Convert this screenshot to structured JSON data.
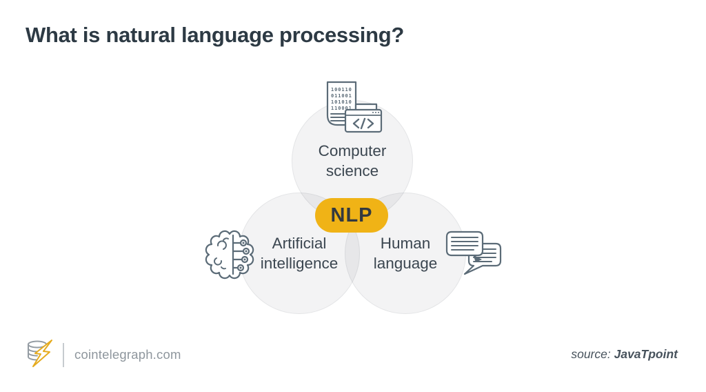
{
  "header": {
    "title": "What is natural language processing?",
    "title_color": "#2d3a44"
  },
  "diagram": {
    "center_label": "NLP",
    "center_bg_color": "#F0B316",
    "circle_fill_color": "#f1f2f2",
    "icon_stroke_color": "#5b6b77",
    "circles": [
      {
        "id": "computer-science",
        "label": "Computer science",
        "icon": "binary-code-window-icon"
      },
      {
        "id": "artificial-intelligence",
        "label": "Artificial intelligence",
        "icon": "brain-circuit-icon"
      },
      {
        "id": "human-language",
        "label": "Human language",
        "icon": "chat-bubbles-icon"
      }
    ],
    "binary_rows": [
      "100110",
      "011001",
      "101010",
      "110001"
    ]
  },
  "footer": {
    "logo_icon": "cointelegraph-coin-bolt-logo",
    "site": "cointelegraph.com",
    "source_label": "source:",
    "source_value": "JavaTpoint",
    "site_color": "#8e969d",
    "source_color": "#47525c"
  }
}
